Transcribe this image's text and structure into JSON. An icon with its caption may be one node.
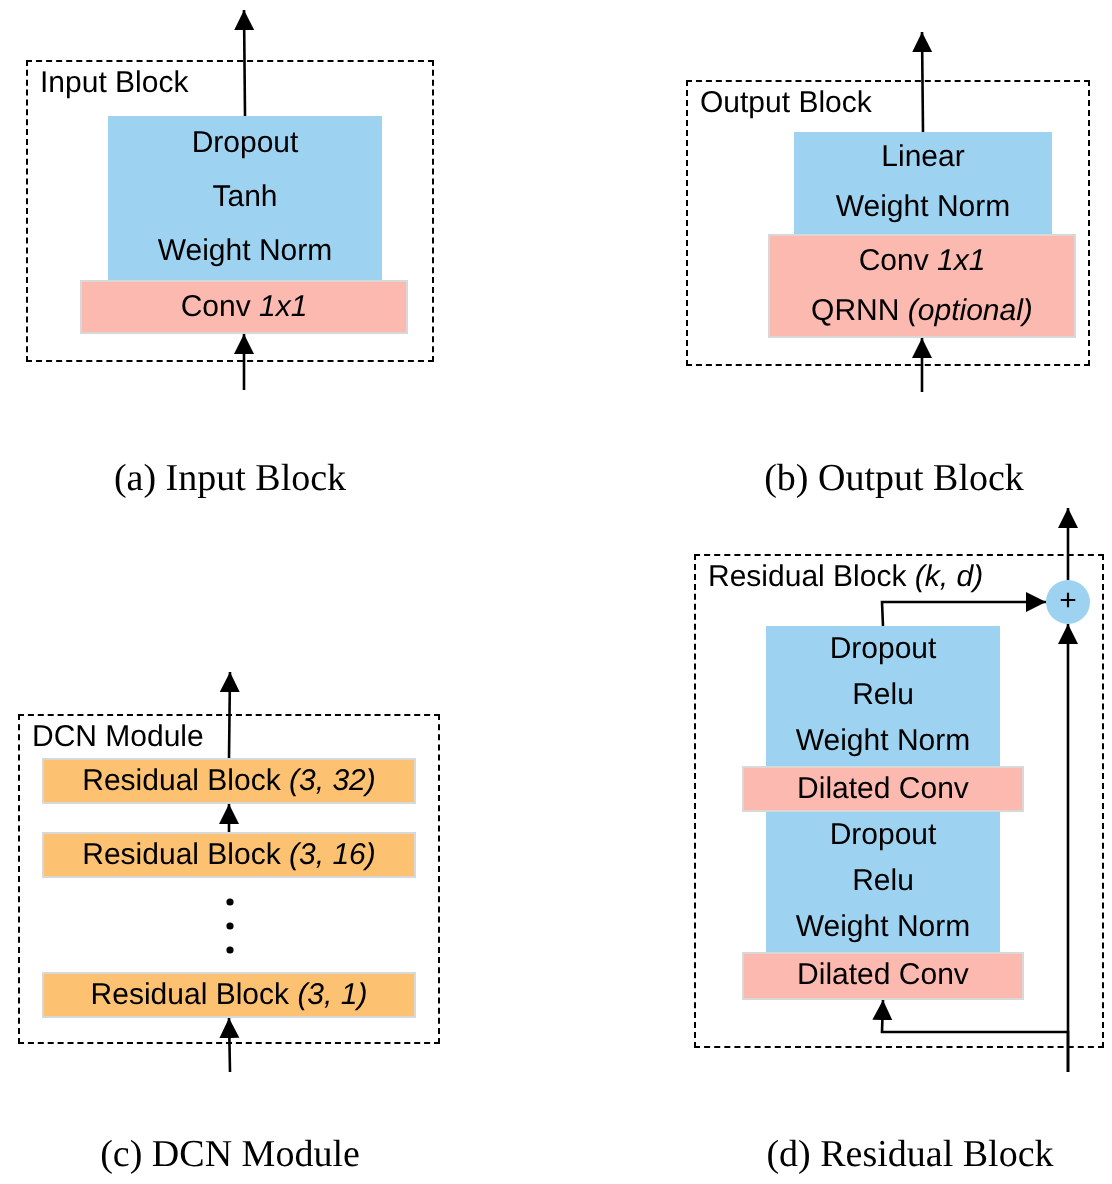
{
  "diagram": {
    "nodes": [
      {
        "text": [
          "Input Block"
        ]
      },
      {
        "text": [
          "Dropout",
          "Tanh",
          "Weight Norm"
        ],
        "in": 0
      },
      {
        "text": [
          "Conv *1x1*"
        ],
        "in": 0
      },
      {
        "text": [
          "Output Block"
        ]
      },
      {
        "text": [
          "Linear",
          "Weight Norm"
        ],
        "in": 3
      },
      {
        "text": [
          "Conv *1x1*",
          "QRNN *(optional)*"
        ],
        "in": 3
      },
      {
        "text": [
          "DCN Module"
        ]
      },
      {
        "text": [
          "Residual Block *(3, 32)*"
        ],
        "in": 6
      },
      {
        "text": [
          "Residual Block *(3, 16)*"
        ],
        "in": 6
      },
      {
        "text": [
          "Residual Block *(3, 1)*"
        ],
        "in": 6
      },
      {
        "text": [
          "Residual Block *(k, d)*"
        ]
      },
      {
        "text": [
          "Dropout",
          "Relu",
          "Weight Norm"
        ],
        "in": 10
      },
      {
        "text": [
          "Dilated Conv"
        ],
        "in": 10
      },
      {
        "text": [
          "Dropout",
          "Relu",
          "Weight Norm"
        ],
        "in": 10
      },
      {
        "text": [
          "Dilated Conv"
        ],
        "in": 10
      },
      {
        "text": [
          "+"
        ],
        "in": 10
      }
    ],
    "edges": [
      {
        "from": null,
        "to": 2,
        "arrow": "to"
      },
      {
        "from": 1,
        "to": null,
        "arrow": "to"
      },
      {
        "from": null,
        "to": 5,
        "arrow": "to"
      },
      {
        "from": 4,
        "to": null,
        "arrow": "to"
      },
      {
        "from": null,
        "to": 9,
        "arrow": "to"
      },
      {
        "from": 8,
        "to": 7,
        "arrow": "to"
      },
      {
        "from": 7,
        "to": null,
        "arrow": "to"
      },
      {
        "from": 11,
        "to": 15,
        "arrow": "to"
      },
      {
        "from": null,
        "to": 15,
        "arrow": "to"
      },
      {
        "from": null,
        "to": 14,
        "arrow": "to"
      },
      {
        "from": 15,
        "to": null,
        "arrow": "to"
      }
    ],
    "labels": [
      "(a) Input Block",
      "(b) Output Block",
      "(c) DCN Module",
      "(d) Residual Block"
    ]
  }
}
